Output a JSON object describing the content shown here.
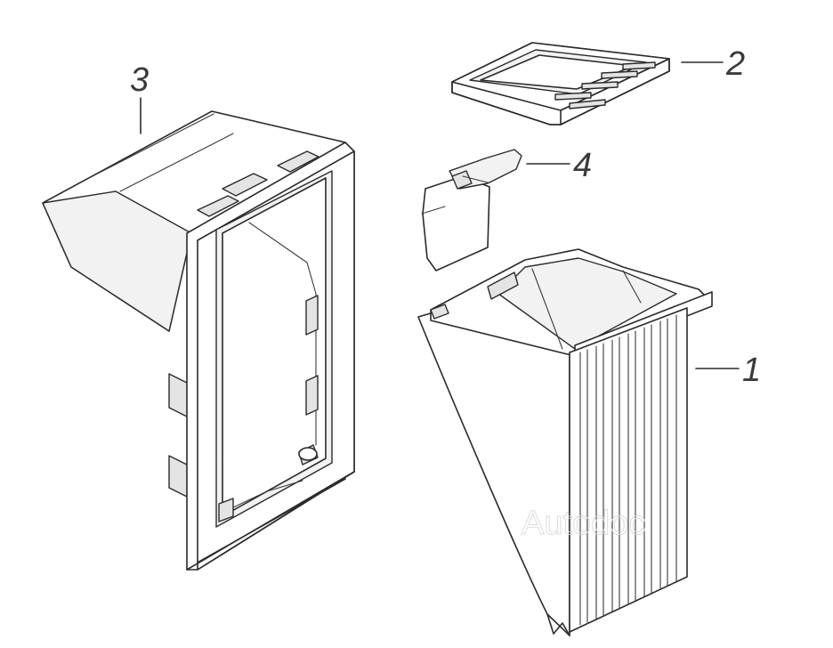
{
  "diagram": {
    "callouts": [
      {
        "id": "part-1",
        "label": "1"
      },
      {
        "id": "part-2",
        "label": "2"
      },
      {
        "id": "part-3",
        "label": "3"
      },
      {
        "id": "part-4",
        "label": "4"
      }
    ],
    "watermark": "Autodoc"
  }
}
